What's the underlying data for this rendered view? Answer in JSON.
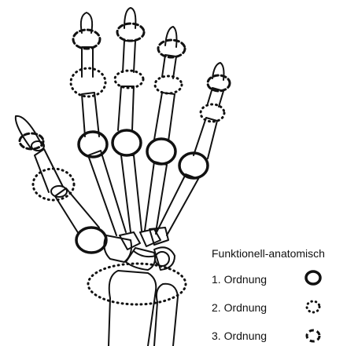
{
  "legend": {
    "title": "Funktionell-anatomisch",
    "items": [
      {
        "label": "1. Ordnung",
        "symbol": "solid-ring-icon"
      },
      {
        "label": "2. Ordnung",
        "symbol": "dotted-ring-icon"
      },
      {
        "label": "3. Ordnung",
        "symbol": "dashed-ring-icon"
      }
    ]
  },
  "colors": {
    "ink": "#111111",
    "background": "#ffffff"
  }
}
